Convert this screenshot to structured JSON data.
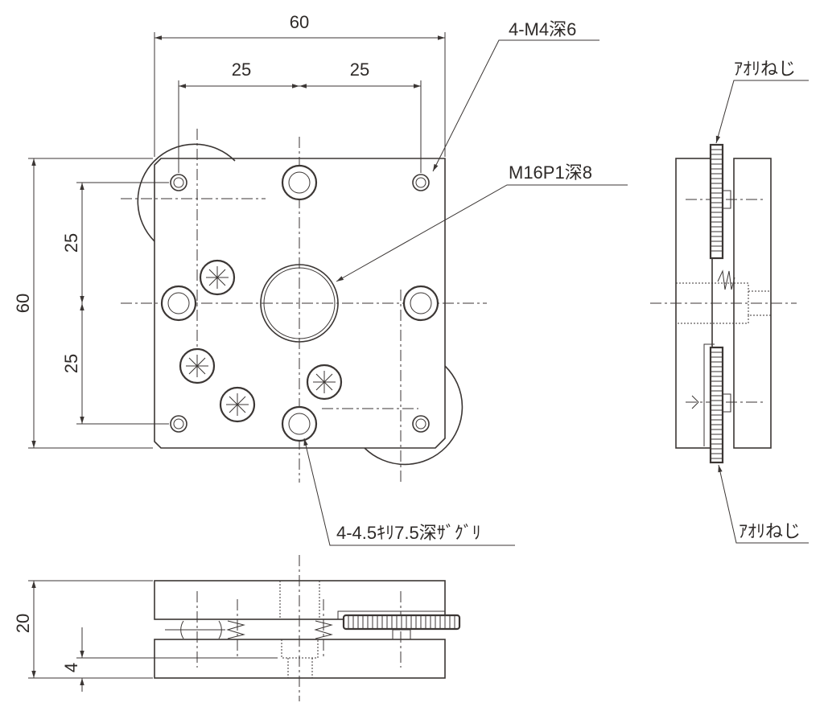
{
  "dimensions": {
    "top_width": "60",
    "top_left_pitch": "25",
    "top_right_pitch": "25",
    "left_height": "60",
    "left_upper_pitch": "25",
    "left_lower_pitch": "25",
    "front_height": "20",
    "front_gap": "4"
  },
  "callouts": {
    "m4": "4-M4深6",
    "m16": "M16P1深8",
    "counterbore": "4-4.5ｷﾘ7.5深ｻﾞｸﾞﾘ",
    "tilt_screw_top": "ｱｵﾘねじ",
    "tilt_screw_bottom": "ｱｵﾘねじ"
  },
  "colors": {
    "line": "#3b3634",
    "background": "#ffffff"
  }
}
